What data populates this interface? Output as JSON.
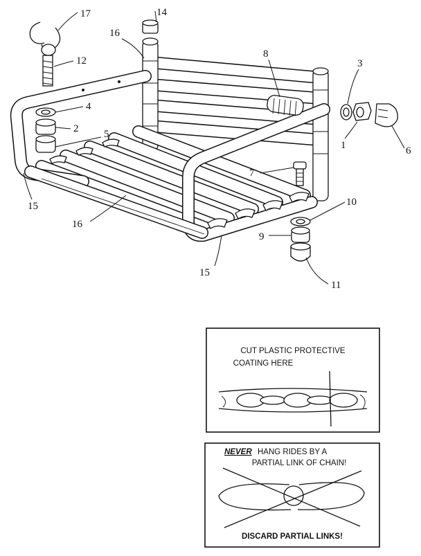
{
  "callouts": {
    "c1": "1",
    "c2": "2",
    "c3": "3",
    "c4": "4",
    "c5": "5",
    "c6": "6",
    "c7": "7",
    "c8": "8",
    "c9": "9",
    "c10": "10",
    "c11": "11",
    "c12": "12",
    "c14": "14",
    "c15a": "15",
    "c15b": "15",
    "c16a": "16",
    "c16b": "16",
    "c17": "17"
  },
  "box_cut": {
    "line1": "CUT PLASTIC PROTECTIVE",
    "line2": "COATING HERE"
  },
  "box_never": {
    "emphasis": "NEVER",
    "line1_rest": "HANG RIDES BY A",
    "line2": "PARTIAL LINK OF CHAIN!",
    "footer": "DISCARD PARTIAL LINKS!"
  }
}
